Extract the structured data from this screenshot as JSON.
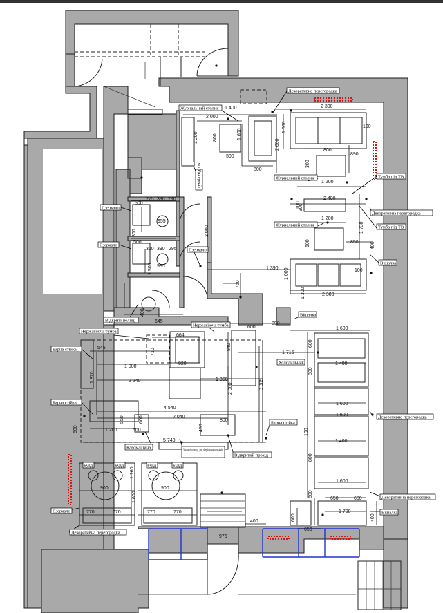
{
  "labels": {
    "coffee_table_top": "Журнальний столик",
    "decor_partition_top": "Декоративна перегородка",
    "tv_stand_left": "Тумба під ТВ",
    "coffee_table_mid": "Журнальний столик",
    "tv_stand_right": "Тумба під ТВ",
    "decor_partition_right": "Декоративна перегородка",
    "coffee_table_low": "Журнальний столик",
    "tv_stand_right2": "Тумба під ТВ",
    "mirror_1": "Дзеркало",
    "mirror_2": "Дзеркало",
    "mirror_3": "Дзеркало",
    "hanger_1": "Вішалка",
    "open_shelf": "Відкриті полиці",
    "hanger_2": "Вішалка",
    "steel_cabinet": "Нержавіюча тумба",
    "steel_cabinet_2": "Нержавіюча тумба",
    "fridge": "Холодильник",
    "bar_rack_1": "Барна стійка",
    "bar_rack_2": "Барна стійка",
    "bar_rack_3": "Барна стійка",
    "decor_partition_right2": "Декоративна перегородка",
    "coffee_machine": "Кавомашина",
    "closed_shelf": "Закриті полиці для зберігання кальянів",
    "service_pass": "Відкритий прохід",
    "hookah_1": "Будд",
    "hookah_2": "Будд",
    "hookah_3": "Будд",
    "hookah_4": "Будд",
    "mirror_4": "Дзеркало",
    "decor_partition_bottom": "Декоративна перегородка",
    "decor_partition_right3": "Декоративна перегородка",
    "hanger_3": "Вішалка"
  },
  "dimensions": {
    "d2000a": "2 000",
    "d1400a": "1 400",
    "d2300a": "2 300",
    "d100a": "100",
    "d800a": "800",
    "d1600a": "1 600",
    "d500a": "500",
    "d800b": "800",
    "d1000a": "1 000",
    "d2000b": "2 000",
    "d1200a": "1 200",
    "d800c": "800",
    "d890": "890",
    "d300a": "300",
    "d1200b": "1 200",
    "d2400": "2 400",
    "d300b": "300",
    "d100b": "100",
    "d1200c": "1 200",
    "d1730": "1 730",
    "d500b": "500",
    "d850": "850",
    "d400a": "400",
    "d1390": "1 390",
    "d1000b": "1 000",
    "d100c": "100",
    "d2300b": "2 300",
    "d1300": "1 300",
    "d760": "760",
    "d2000c": "2 000",
    "d275": "275",
    "d390a": "390",
    "d290": "290",
    "d955": "955",
    "d500c": "500",
    "d300c": "300",
    "d390b": "390",
    "d295": "295",
    "d985": "985",
    "d300d": "300",
    "d500d": "500",
    "d1500": "1 500",
    "d400b": "400",
    "d645": "645",
    "d600a": "600",
    "d890b": "890",
    "d1600b": "1 600",
    "d664": "664",
    "d545": "545",
    "d710": "710",
    "d820": "820",
    "d1000c": "1 000",
    "d840": "840",
    "d1715": "1 715",
    "d1400b": "1 400",
    "d600b": "600",
    "d800d": "800",
    "d1870": "1 870",
    "d2240": "2 240",
    "d1360": "1 360",
    "d2000d": "2 000",
    "d3305": "3 305",
    "d1600c": "1 600",
    "d1600d": "1 600",
    "d4540": "4 540",
    "d2040": "2 040",
    "d1200d": "1 200",
    "d550": "550",
    "d600c": "600",
    "d500e": "500",
    "d600d": "600",
    "d800e": "800",
    "d5740": "5 740",
    "d450": "450",
    "d100d": "100",
    "d1400c": "1 400",
    "d800f": "800",
    "d1600e": "1 600",
    "d900a": "900",
    "d900b": "900",
    "d1600f": "1 600",
    "d1160": "1 160",
    "d770a": "770",
    "d770b": "770",
    "d770c": "770",
    "d770d": "770",
    "d975": "975",
    "d400c": "400",
    "d650a": "650",
    "d650b": "650",
    "d1700": "1 700",
    "d650c": "650",
    "d600e": "600",
    "d600f": "600",
    "d400d": "400"
  }
}
